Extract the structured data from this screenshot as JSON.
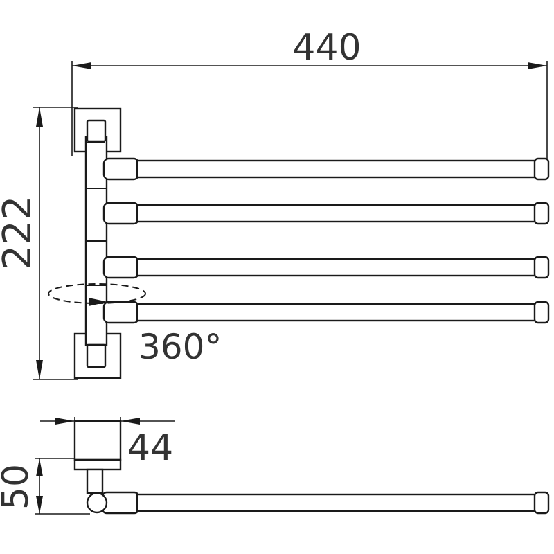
{
  "dimensions": {
    "overall_length": "440",
    "overall_height": "222",
    "rotation": "360°",
    "mount_width": "44",
    "projection": "50"
  },
  "colors": {
    "line": "#1a1a1a",
    "text": "#333333",
    "background": "#ffffff"
  }
}
